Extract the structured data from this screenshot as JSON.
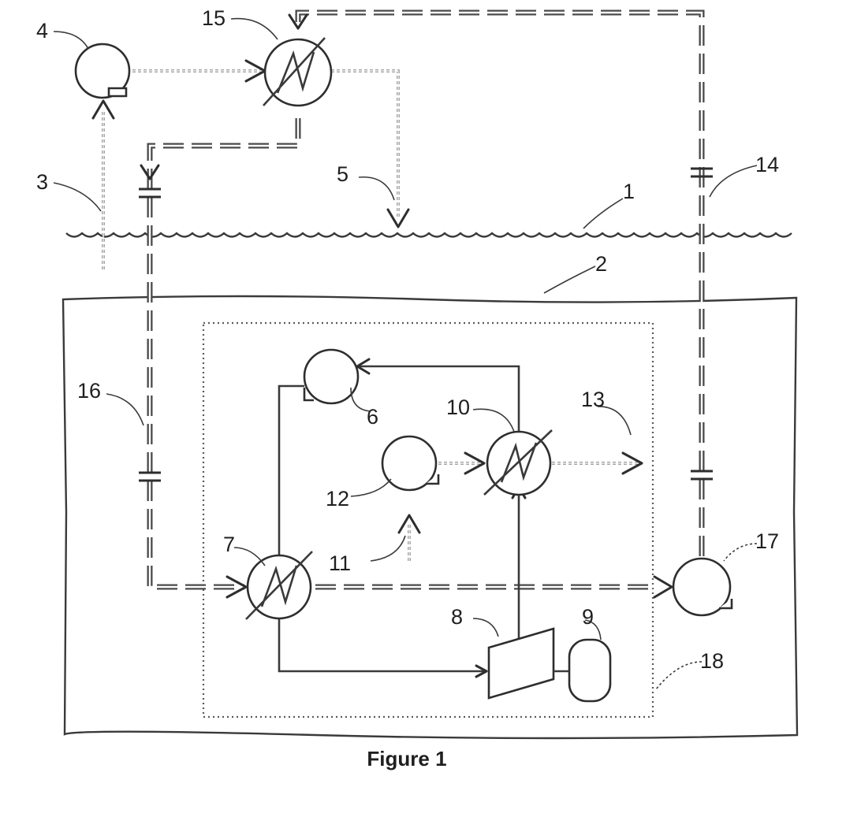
{
  "figure": {
    "caption": "Figure 1",
    "labels": {
      "l1": "1",
      "l2": "2",
      "l3": "3",
      "l4": "4",
      "l5": "5",
      "l6": "6",
      "l7": "7",
      "l8": "8",
      "l9": "9",
      "l10": "10",
      "l11": "11",
      "l12": "12",
      "l13": "13",
      "l14": "14",
      "l15": "15",
      "l16": "16",
      "l17": "17",
      "l18": "18"
    }
  }
}
